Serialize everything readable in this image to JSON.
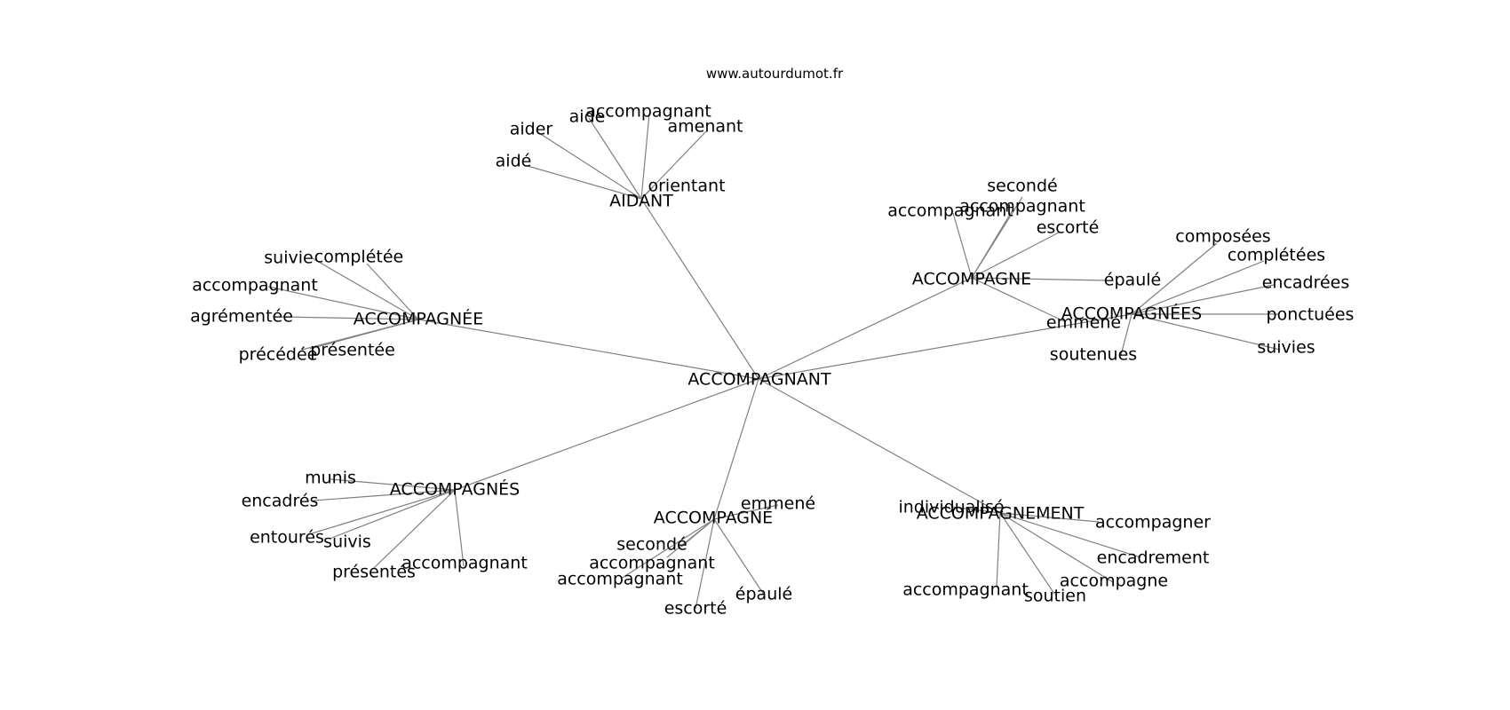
{
  "site": "www.autourdumot.fr",
  "colors": {
    "edge": "#808080",
    "text": "#000000",
    "background": "#ffffff"
  },
  "graph": {
    "root": "ACCOMPAGNANT",
    "hubs": [
      {
        "label": "AIDANT",
        "children": [
          "aidé",
          "aider",
          "aide",
          "accompagnant",
          "amenant",
          "orientant"
        ]
      },
      {
        "label": "ACCOMPAGNE",
        "children": [
          "secondé",
          "accompagnant",
          "accompagnant",
          "escorté",
          "épaulé",
          "emmené"
        ]
      },
      {
        "label": "ACCOMPAGNÉES",
        "children": [
          "composées",
          "complétées",
          "encadrées",
          "ponctuées",
          "suivies",
          "soutenues"
        ]
      },
      {
        "label": "ACCOMPAGNÉE",
        "children": [
          "suivie",
          "complétée",
          "accompagnant",
          "agrémentée",
          "précédée",
          "présentée"
        ]
      },
      {
        "label": "ACCOMPAGNÉS",
        "children": [
          "munis",
          "encadrés",
          "entourés",
          "suivis",
          "présentés",
          "accompagnant"
        ]
      },
      {
        "label": "ACCOMPAGNÉ",
        "children": [
          "emmené",
          "secondé",
          "accompagnant",
          "accompagnant",
          "escorté",
          "épaulé"
        ]
      },
      {
        "label": "ACCOMPAGNEMENT",
        "children": [
          "individualisé",
          "accompagner",
          "encadrement",
          "accompagne",
          "soutien",
          "accompagnant"
        ]
      }
    ]
  }
}
